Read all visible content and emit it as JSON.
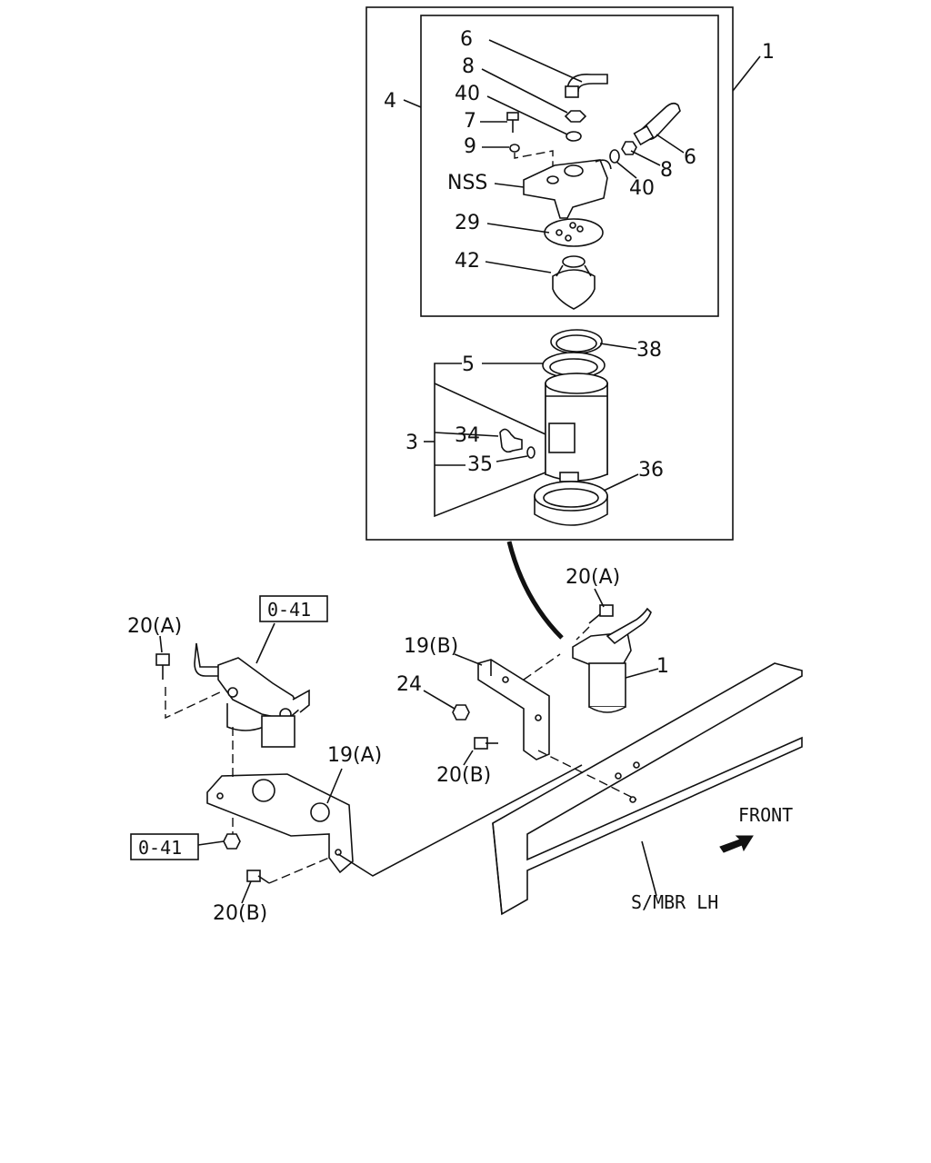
{
  "labels": {
    "l1_top": "1",
    "l4": "4",
    "l6a": "6",
    "l8a": "8",
    "l40a": "40",
    "l7": "7",
    "l9": "9",
    "lnss": "NSS",
    "l6b": "6",
    "l8b": "8",
    "l40b": "40",
    "l29": "29",
    "l42": "42",
    "l38": "38",
    "l5": "5",
    "l3": "3",
    "l34": "34",
    "l35": "35",
    "l36": "36",
    "l20a_right": "20(A)",
    "l20a_left": "20(A)",
    "l041_top": "0-41",
    "l19b": "19(B)",
    "l24": "24",
    "l1_low": "1",
    "l20b_mid": "20(B)",
    "l19a": "19(A)",
    "l041_low": "0-41",
    "l20b_low": "20(B)",
    "front": "FRONT",
    "smbr": "S/MBR LH"
  }
}
